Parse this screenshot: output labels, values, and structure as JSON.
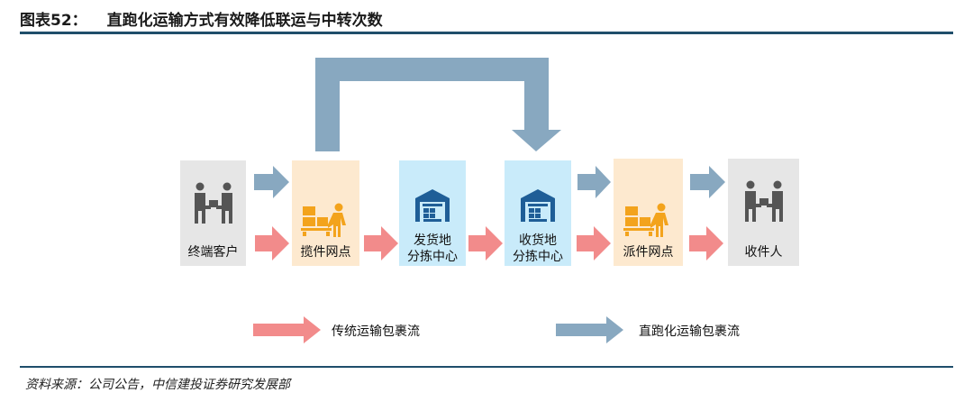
{
  "header": {
    "figure_number": "图表52：",
    "title": "直跑化运输方式有效降低联运与中转次数"
  },
  "nodes": {
    "customer": "终端客户",
    "pickup": "揽件网点",
    "origin_line1": "发货地",
    "origin_line2": "分拣中心",
    "dest_line1": "收货地",
    "dest_line2": "分拣中心",
    "delivery": "派件网点",
    "recipient": "收件人"
  },
  "legend": {
    "traditional": "传统运输包裹流",
    "direct": "直跑化运输包裹流"
  },
  "footer": {
    "source": "资料来源：公司公告，中信建投证券研究发展部"
  },
  "colors": {
    "traditional_arrow": "#f28b8b",
    "direct_arrow": "#88a8c0",
    "accent": "#1f4e6b",
    "icon_orange": "#f3a31c",
    "icon_blue": "#1f5e97",
    "icon_grey": "#555555"
  }
}
